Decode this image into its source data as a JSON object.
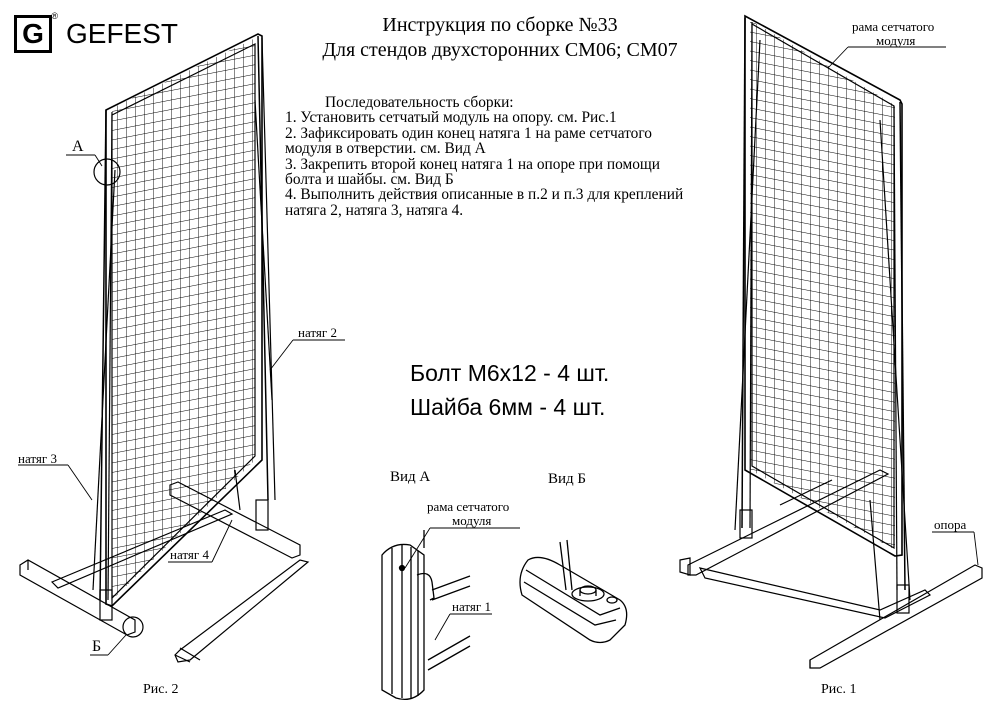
{
  "logo": {
    "letter": "G",
    "reg": "®",
    "name": "GEFEST"
  },
  "title": {
    "line1": "Инструкция по сборке №33",
    "line2": "Для стендов двухсторонних СМ06; СМ07"
  },
  "steps": {
    "header": "Последовательность сборки:",
    "lines": [
      "1. Установить сетчатый модуль на опору. см. Рис.1",
      "2. Зафиксировать один конец натяга 1 на раме сетчатого",
      "модуля в отверстии. см. Вид А",
      "3. Закрепить второй конец натяга 1 на опоре при помощи",
      "болта и шайбы. см. Вид Б",
      "4. Выполнить действия описанные в п.2 и п.3 для креплений",
      "натяга 2, натяга 3, натяга 4."
    ]
  },
  "hardware": {
    "bolt": "Болт М6х12 - 4 шт.",
    "washer": "Шайба 6мм - 4 шт."
  },
  "fig2": {
    "caption": "Рис. 2",
    "label_a": "А",
    "label_b": "Б",
    "tie2": "натяг 2",
    "tie3": "натяг 3",
    "tie4": "натяг 4"
  },
  "fig1": {
    "caption": "Рис. 1",
    "frame": "рама сетчатого",
    "frame2": "модуля",
    "support": "опора"
  },
  "view_a": {
    "title_prefix": "Вид ",
    "title_letter": "А",
    "frame": "рама сетчатого",
    "frame2": "модуля",
    "tie1": "натяг 1"
  },
  "view_b": {
    "title_prefix": "Вид ",
    "title_letter": "Б"
  }
}
